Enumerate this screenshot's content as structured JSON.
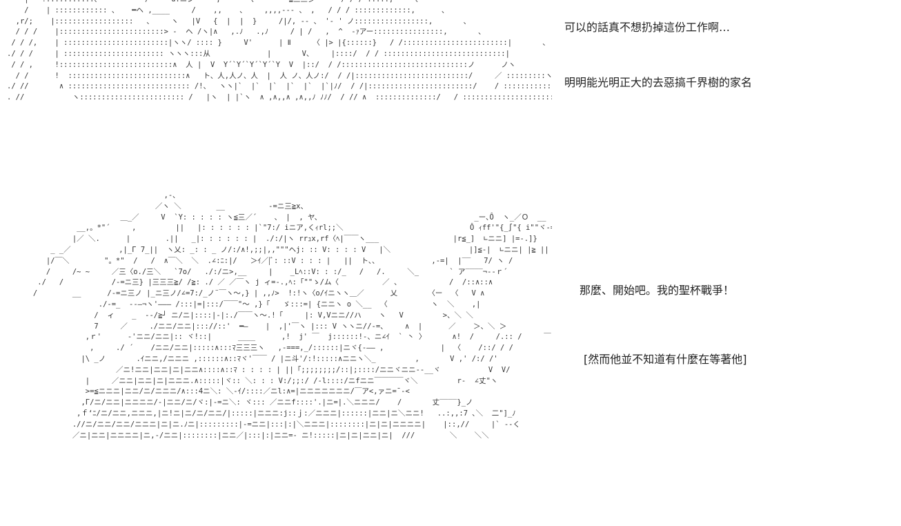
{
  "captions": {
    "line1": "可以的話真不想扔掉這份工作啊…",
    "line2": "明明能光明正大的去惡搞千界樹的家名",
    "line3": "那麼、開始吧。我的聖杯戰爭！",
    "line4": "[然而他並不知道有什麼在等著他]"
  },
  "art": {
    "top": "    |   !:::::::::::、  ’       /\"´   u:ニン\"´\"  ,       、      \"≦三三彡      / / / :::::,     、\n    /    | :::::::::::: 、   ━ヘ ,____     /    ,,    、    ,,,,--- 、 ,   / / / :::::::::::::,      、\n  ,r/;    |::::::::::::::::::   、    ヽ   |V   {  |  |  }     /|/, -- 、 '‐ ' ノ:::::::::::::::::,       、\n  / / /    |::::::::::::::::::::::::> -  ヘ /ヽ|∧   ,.ﾉ   .,ﾉ     / | /   ,  ^  ‐ｧアー::::::::::::::::,       、\n / / /,    | ::::::::::::::::::::::::|ヽヽ/ :::: }     V'      | Ⅱ     〈 |> |{::::::}   / /::::::::::::::::::::::::|       、\n./ / /     | ::::::::::::::::::::::: ヽヽヽ:::从             |       V、    |::::/  / / ::::::::::::::::::::::::::::|       \n / / ,     !::::::::::::::::::::::::::∧  人 |  V  Y´`Y´`Y´`Y´`Y  V  |::/  / /:::::::::::::::::::::::::::::ノ      ノヽ\n  / /      !  :::::::::::::::::::::::::::∧   ト、人,人ノ、人  |  人 ノ、人ノ:/  / /|::::::::::::::::::::::::::/     ／ :::::::::ヽ\n./ //       ∧ :::::::::::::::::::::::::::: /!、  ヽヽ|`  |`  |`  |`  |`  |`|ﾉ/  / /|::::::::::::::::::::::::/    / :::::::::::::::::::::::ヽ\n. //           ヽ:::::::::::::::::::::::: /   |ヽ  | |`ヽ  ∧ ,∧,,∧ ,∧,,ﾉ ﾉﾉ/  / // ∧  ::::::::::::::/   / ::::::::::::::::::::::::::::::",
    "bottom": "                                    ,-､\n                                  ／ヽ ＼        __          -=ニ三≧x、\n                          ＿_／     V  `Y: : : : : ヽ≦三／´    、 |  , ヤ、                                   _ー､Ô  ヽ_／Ｏ  __\n                __,。*\"´     ,         ||   |: : : : : : |`\"7:/ iニア,くｨrl;;＼                             Ô ｨff'\"{_∫\"{ i\"\"ヾ-=O\n               |／ ＼.      |        .||   _|: : : : : : |  ./:/|ヽ rrｭx,rf〈ﾍ|￣￣ヽ___                 |r≦_]  ∟ニニ] |=-.]}\n          _ _／           ,|_Γ 7_||  ヽ乂: _: : _ ノ/:/∧!,;;|,,\"\"\"ヘj: :: V: : : : V   |＼                  |]≦-|  ∟ニニ| |≧ ||\n         |/￣＼        \"。*\"  /   /  ∧￣＼  ＼  .∠:ﾆ:|/   ＞ｲ／|ﾞ: ::V : : : |   ||  ト、、            ,-=|  |‾‾   7/ ヽ /\n         /     /~ ~     ／三〈o./三＼   `7o/   ./:/ニ>,__     |    _Lﾍ::V: : :/_   /   /.     ＼_       ` ア‾‾‾‾¬-‐ｒ´\n       ./   /           /-=ニ三} |三三三≧/ /≧: ./ ／ ／￣ヽ j ィ=-.,ﾍ:「\"\"ゝ/ム〈          ／ 、           /  /::∧::∧\n      /        __      /-=ニ三ノ |_ニ三ノ/∠=7:/_ノ¨￣ヽ〜,} | ,,ﾉ>  !:!ヽ〈o/ｲニヽヽ＿／      乂       〈ー  〈   V ∧\n                     ./-=_  ‐-―¬ヽ'――― /:::|=|:::/￣￣\"〜 ,}「   ゞ:::=| {ニニヽ o ＼__  〈          ヽ  ＼    ,|\n                    /  ィ    _  -‐/≧┘ ニ/ニ|::::|-|:./￣￣ヽ〜.!「     |: V,Vニニ//ハ    ヽ   V         >、＼ ＼\n                    7     ／     ./ニニ/ニニ|::://::'  ━―    |  ,|'￣ヽ |::: V ヽヽニ//-=、    ∧  |      ／    ＞、＼ ＞\n                  ,ｒ'      -'ニニ/ニニ|:: ヾ!::|      ____      ,!  j' ￣  j::::::!-、ニ∠ｲ  ` 丶 〉      ∧!  /     /.:: /     ￣]\n                   ,     ./ ´    /ニニ/ニニ|:::::∧:::ﾏ三三三ヽ   ,-===,_/::::::|ニヾ{-―― ,             |  〈    /::/ / /\n                 |\\ _ノ       .ｲニニ,/ニニニ ,::::::∧::ﾏヾ'￣￣ / |ニ斗'/:!:::::∧ニニヽ＼_         ,       V ,' /:/ /'\n                         ／ニ!ニニ|ニニ|ニ|ニニ∧::::∧::ﾏ : : : : | ||「;;;;;;;;/::|;::::/ニニヾニニ--__ヾ           V  V/\n                  |     ／ニニ|ニニ|ニ|ニニニ.∧:::::|ヾ:: ＼: : : V:/;;:/ /-l::::/ニfニニ￣￣￣￣ヾ＼         r-  ∠丈\"ヽ\n                  >=≦ニニニ|ニニ/ニ/ニニニ/∧:::4ニ＼: ＼-ｲ/::::／ニl:∧=|ニニニニニニニ/￣ア<,ァニ=¯-<\n                 ,Γ/ニ/ニニ|ニニニニ/-|ニニ/ニ/ヾ:|-=ニ＼: ヾ::: ／ニニf::::'.|ニ=|.＼ニニニ/    /       丈‾‾‾‾}_ノ\n                ,ｆ‘ﾆ/ニ/ニニ,ニニニ,|ニ!ニ|ニ/ニ/ニニ/|:::::|ニニニ:j::ｊ:／ニニニ|::::::|ニニ|ニ＼ニニ!   ..:,,:7 ､＼  二\"]_ﾉ\n               .//ニ/ニニ/ニニ/ニニニ|ニ|ニ.ﾉニ|:::::::::|-=ニニ|:::|:|＼ニニニ|::::::::|ニ|ニ|ニニニニ|    |::,//     |` ‐-く\n               ／ニ|ニニ|ニニニニ|ニ,-/ニニ|::::::::|ニニ／|:::|:|ニニ=- ニ!:::::|ニ|ニ|ニニ|ニ|  ///        ＼    ＼＼"
  }
}
